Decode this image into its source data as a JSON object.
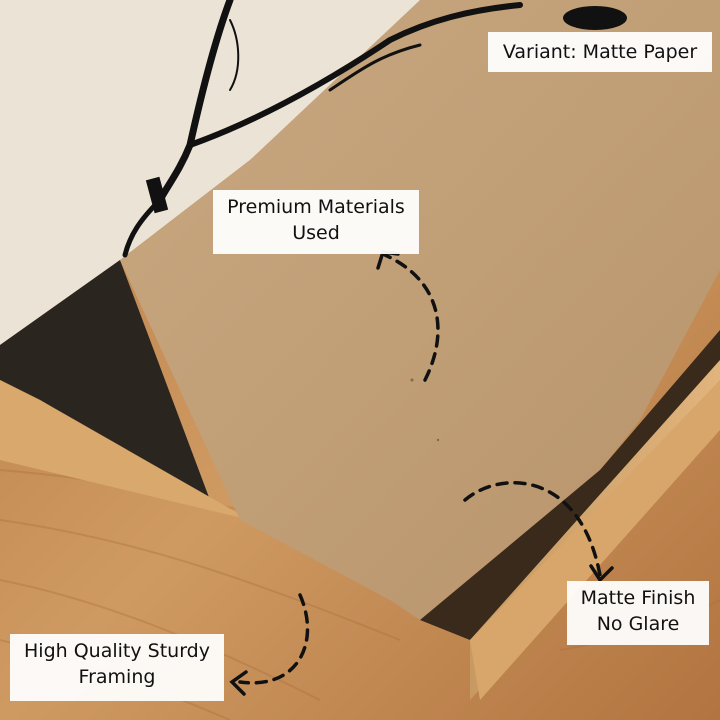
{
  "labels": {
    "variant": "Variant: Matte Paper",
    "premium_line1": "Premium Materials",
    "premium_line2": "Used",
    "matte_line1": "Matte Finish",
    "matte_line2": "No Glare",
    "framing_line1": "High Quality Sturdy",
    "framing_line2": "Framing"
  },
  "colors": {
    "wall": "#ece3d7",
    "paper_back": "#c3a07a",
    "wood_floor": "#c98f55",
    "frame_wood": "#d7a870",
    "ink": "#111111",
    "label_bg": "#ffffff"
  }
}
